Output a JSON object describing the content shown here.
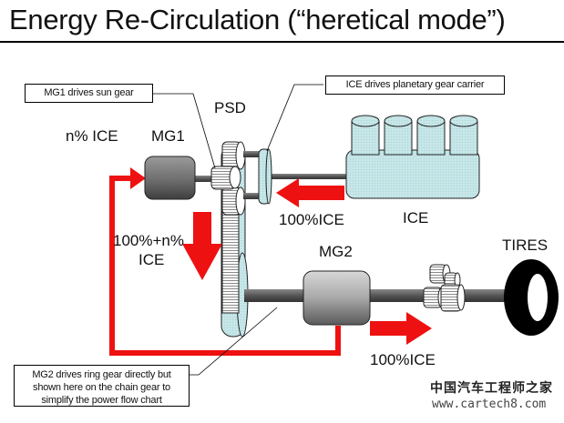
{
  "title": "Energy Re-Circulation (“heretical mode”)",
  "components": {
    "mg1": "MG1",
    "mg2": "MG2",
    "psd": "PSD",
    "ice": "ICE",
    "tires": "TIRES"
  },
  "flow_labels": {
    "n_ice": "n% ICE",
    "ice_to_psd": "100%ICE",
    "psd_down_line1": "100%+n%",
    "psd_down_line2": "ICE",
    "to_tires": "100%ICE"
  },
  "callouts": {
    "mg1": "MG1 drives sun gear",
    "ice": "ICE drives planetary gear carrier",
    "mg2_line1": "MG2 drives ring gear directly but",
    "mg2_line2": "shown here on the chain gear to",
    "mg2_line3": "simplify the power flow chart"
  },
  "watermark": {
    "cn": "中国汽车工程师之家",
    "url": "www.cartech8.com"
  },
  "colors": {
    "flow_arrow": "#ee1111",
    "gear_teal": "#bfe3e6",
    "motor_gray": "#7a7a7a",
    "shaft": "#555555"
  }
}
